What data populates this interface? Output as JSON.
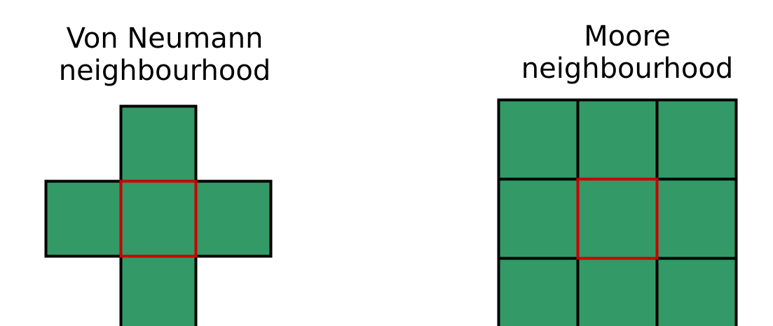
{
  "panels": [
    {
      "id": "von-neumann",
      "title_lines": [
        "Von Neumann",
        "neighbourhood"
      ],
      "neighbour_cells": [
        [
          0,
          -1
        ],
        [
          -1,
          0
        ],
        [
          1,
          0
        ],
        [
          0,
          1
        ]
      ],
      "center_cell": [
        0,
        0
      ]
    },
    {
      "id": "moore",
      "title_lines": [
        "Moore",
        "neighbourhood"
      ],
      "neighbour_cells": [
        [
          -1,
          -1
        ],
        [
          0,
          -1
        ],
        [
          1,
          -1
        ],
        [
          -1,
          0
        ],
        [
          1,
          0
        ],
        [
          -1,
          1
        ],
        [
          0,
          1
        ],
        [
          1,
          1
        ]
      ],
      "center_cell": [
        0,
        0
      ]
    }
  ],
  "colors": {
    "cell_fill": "#339966",
    "cell_border": "#000000",
    "center_border": "#cc0000",
    "title_text": "#000000",
    "background": "#ffffff"
  }
}
